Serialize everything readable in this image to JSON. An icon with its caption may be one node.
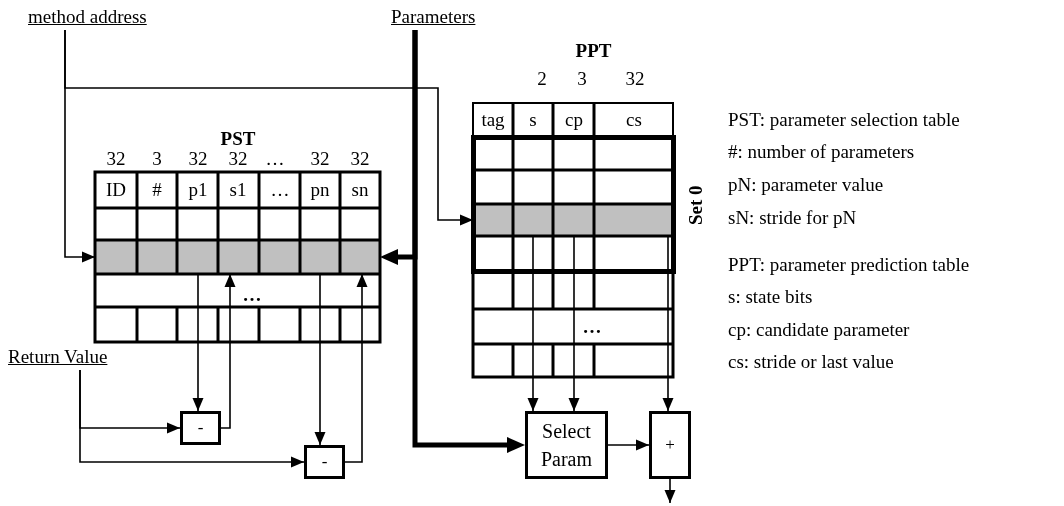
{
  "diagram": {
    "nodes": [
      {
        "text": [
          "method address"
        ]
      },
      {
        "text": [
          "Parameters"
        ]
      },
      {
        "text": [
          "Return Value"
        ]
      },
      {
        "text": [
          "PST"
        ]
      },
      {
        "text": [],
        "shape": "bar",
        "in": 3
      },
      {
        "text": [
          "PPT"
        ]
      },
      {
        "text": [
          "Set 0"
        ],
        "in": 5
      },
      {
        "text": [],
        "shape": "bar",
        "in": 6
      },
      {
        "text": [
          "-"
        ]
      },
      {
        "text": [
          "-"
        ]
      },
      {
        "text": [
          "Select Param"
        ]
      },
      {
        "text": [
          "+"
        ]
      }
    ],
    "edges": [
      {
        "from": 0,
        "to": 4,
        "arrow": "to"
      },
      {
        "from": 0,
        "to": 7,
        "arrow": "to"
      },
      {
        "from": 1,
        "to": 4,
        "arrow": "to",
        "style": "thick"
      },
      {
        "from": 1,
        "to": 10,
        "arrow": "to",
        "style": "thick"
      },
      {
        "from": 4,
        "to": 8,
        "arrow": "to"
      },
      {
        "from": 8,
        "to": 4,
        "arrow": "to"
      },
      {
        "from": 4,
        "to": 9,
        "arrow": "to"
      },
      {
        "from": 9,
        "to": 4,
        "arrow": "to"
      },
      {
        "from": 2,
        "to": 8,
        "arrow": "to"
      },
      {
        "from": 2,
        "to": 9,
        "arrow": "to"
      },
      {
        "from": 7,
        "to": 10,
        "arrow": "to"
      },
      {
        "from": 7,
        "to": 10,
        "arrow": "to"
      },
      {
        "from": 7,
        "to": 11,
        "arrow": "to"
      },
      {
        "from": 10,
        "to": 11,
        "arrow": "to"
      },
      {
        "from": 11,
        "to": null,
        "arrow": "to"
      }
    ],
    "labels": [
      "32",
      "3",
      "32",
      "32",
      "…",
      "32",
      "32",
      "ID",
      "#",
      "p1",
      "s1",
      "…",
      "pn",
      "sn",
      "…",
      "2",
      "3",
      "32",
      "tag",
      "s",
      "cp",
      "cs",
      "…",
      "PST: parameter selection table",
      "#: number of parameters",
      "pN: parameter value",
      "sN: stride for pN",
      "PPT: parameter prediction table",
      "s: state bits",
      "cp: candidate parameter",
      "cs: stride or last value"
    ]
  }
}
